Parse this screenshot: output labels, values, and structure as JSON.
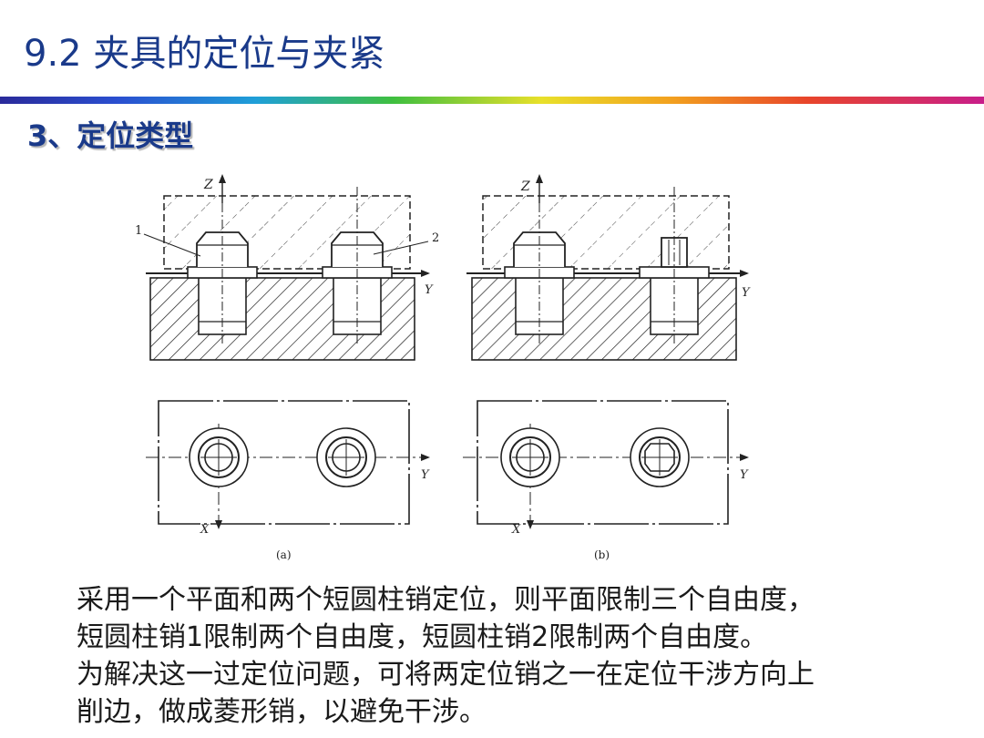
{
  "slide": {
    "title": "9.2 夹具的定位与夹紧"
  },
  "section": {
    "heading": "3、定位类型"
  },
  "figure": {
    "label_z": "Z",
    "label_y": "Y",
    "label_x": "X",
    "callout_1": "1",
    "callout_2": "2",
    "caption_a": "(a)",
    "caption_b": "(b)"
  },
  "body": {
    "lines": [
      "采用一个平面和两个短圆柱销定位，则平面限制三个自由度，",
      "短圆柱销1限制两个自由度，短圆柱销2限制两个自由度。",
      "为解决这一过定位问题，可将两定位销之一在定位干涉方向上",
      "削边，做成菱形销，以避免干涉。"
    ]
  }
}
